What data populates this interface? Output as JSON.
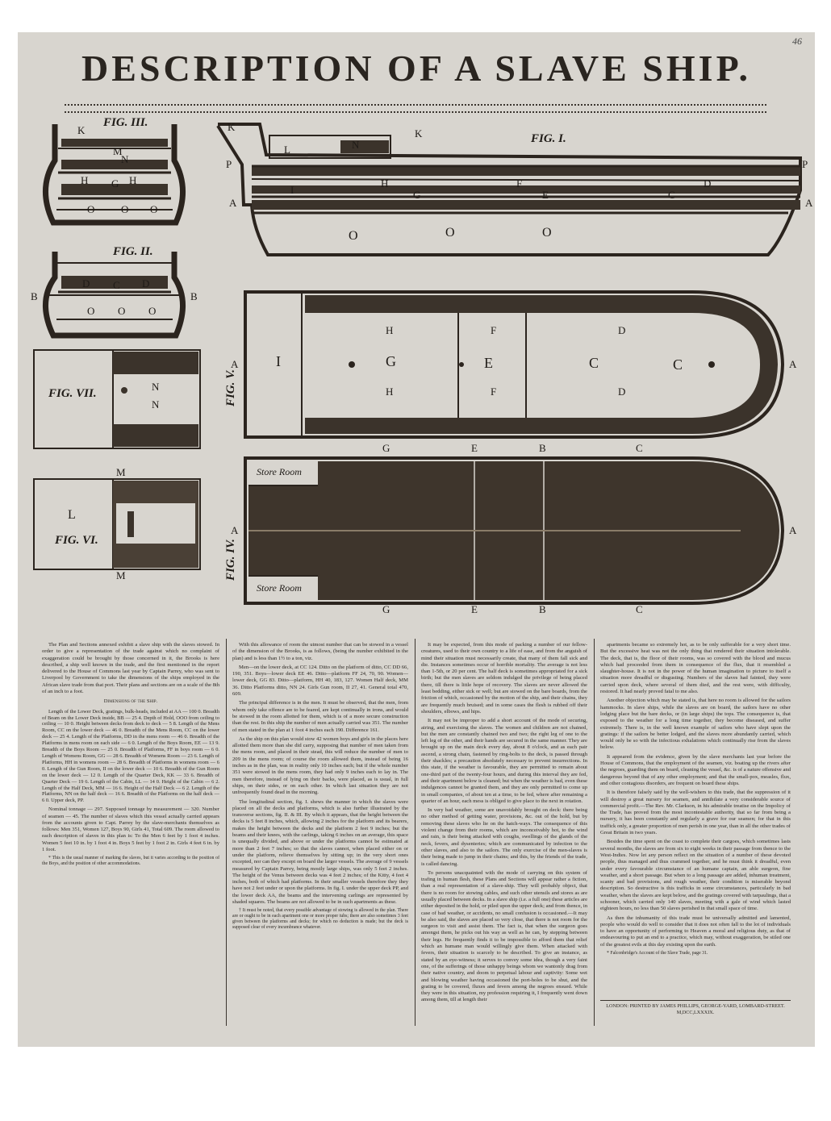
{
  "document": {
    "title": "DESCRIPTION OF A SLAVE SHIP.",
    "page_number": "46"
  },
  "figures": {
    "fig1": {
      "label": "FIG. I.",
      "letters": [
        "K",
        "L",
        "N",
        "K",
        "P",
        "P",
        "I",
        "H",
        "F",
        "D",
        "G",
        "E",
        "C",
        "A",
        "A",
        "O",
        "O",
        "O"
      ]
    },
    "fig2": {
      "label": "FIG. II.",
      "letters": [
        "B",
        "B",
        "D",
        "C",
        "D",
        "O",
        "O",
        "O"
      ]
    },
    "fig3": {
      "label": "FIG. III.",
      "letters": [
        "K",
        "M",
        "N",
        "H",
        "G",
        "H",
        "O",
        "O",
        "O"
      ]
    },
    "fig4": {
      "label": "FIG. IV.",
      "store_top": "Store Room",
      "store_bottom": "Store Room",
      "letters": [
        "G",
        "E",
        "B",
        "C",
        "G",
        "E",
        "B",
        "C",
        "A",
        "A"
      ]
    },
    "fig5": {
      "label": "FIG. V.",
      "letters": [
        "I",
        "H",
        "G",
        "F",
        "E",
        "F",
        "D",
        "C",
        "C",
        "D",
        "A",
        "A",
        "H"
      ]
    },
    "fig6": {
      "label": "FIG. VI.",
      "letters": [
        "L",
        "M",
        "M"
      ]
    },
    "fig7": {
      "label": "FIG. VII.",
      "letters": [
        "N",
        "N"
      ]
    }
  },
  "text": {
    "col1_intro": "The Plan and Sections annexed exhibit a slave ship with the slaves stowed. In order to give a representation of the trade against which no complaint of exaggeration could be brought by those concerned in it, the Brooks is here described, a ship well known in the trade, and the first mentioned in the report delivered to the House of Commons last year by Captain Parrey, who was sent to Liverpool by Government to take the dimensions of the ships employed in the African slave trade from that port. Their plans and sections are on a scale of the 8th of an inch to a foot.",
    "col1_head": "Dimensions of the Ship.",
    "col1_dims": "Length of the Lower Deck, gratings, bulk-heads, included at AA — 100 0. Breadth of Beam on the Lower Deck inside, BB — 25 4. Depth of Hold, OOO from ceiling to ceiling — 10 0. Height between decks from deck to deck — 5 8. Length of the Mens Room, CC on the lower deck — 46 0. Breadth of the Mens Room, CC on the lower deck — 25 4. Length of the Platforms, DD in the mens room — 46 0. Breadth of the Platforms in mens room on each side — 6 0. Length of the Boys Room, EE — 13 9. Breadth of the Boys Room — 25 0. Breadth of Platforms, FF in boys room — 6 0. Length of Womens Room, GG — 28 6. Breadth of Womens Room — 23 6. Length of Platforms, HH in womens room — 28 6. Breadth of Platforms in womens room — 6 0. Length of the Gun Room, II on the lower deck — 10 6. Breadth of the Gun Room on the lower deck — 12 0. Length of the Quarter Deck, KK — 33 6. Breadth of Quarter Deck — 19 6. Length of the Cabin, LL — 14 0. Height of the Cabin — 6 2. Length of the Half Deck, MM — 16 6. Height of the Half Deck — 6 2. Length of the Platforms, NN on the half deck — 16 6. Breadth of the Platforms on the half deck — 6 0. Upper deck, PP.",
    "col1_tonnage": "Nominal tonnage — 297. Supposed tonnage by measurement — 320. Number of seamen — 45. The number of slaves which this vessel actually carried appears from the accounts given to Capt. Parrey by the slave-merchants themselves as follows: Men 351, Women 127, Boys 90, Girls 41, Total 609. The room allowed to each description of slaves in this plan is: To the Men 6 feet by 1 foot 4 inches. Women 5 feet 10 in. by 1 foot 4 in. Boys 5 feet by 1 foot 2 in. Girls 4 feet 6 in. by 1 foot.",
    "col1_note": "* This is the usual manner of marking the slaves, but it varies according to the position of the Boys, and the position of other accommodations.",
    "col2_a": "With this allowance of room the utmost number that can be stowed in a vessel of the dimension of the Brooks, is as follows, (being the number exhibited in the plan) and is less than 1½ to a ton, viz.",
    "col2_table": "Men—on the lower deck, at CC 124. Ditto on the platform of ditto, CC DD 66, 190, 351. Boys—lower deck EE 46. Ditto—platform FF 24, 70, 90. Women—lower deck, GG 83. Ditto—platform, HH 40, 183, 127. Women Half deck, MM 36. Ditto Platforms ditto, NN 24. Girls Gun room, II 27, 41. General total 470, 609.",
    "col2_b": "The principal difference is in the men. It must be observed, that the men, from whom only take offence are to be feared, are kept continually in irons, and would be stowed in the room allotted for them, which is of a more secure construction than the rest. In this ship the number of men actually carried was 351. The number of men stated in the plan at 1 foot 4 inches each 190. Difference 161.",
    "col2_c": "As the ship on this plan would stow 42 women boys and girls in the places here allotted them more than she did carry, supposing that number of men taken from the mens room, and placed in their stead, this will reduce the number of men to 209 in the mens room; of course the room allowed them, instead of being 16 inches as in the plan, was in reality only 10 inches each; but if the whole number 351 were stowed in the mens room, they had only 9 inches each to lay in. The men therefore, instead of lying on their backs, were placed, as is usual, in full ships, on their sides, or on each other. In which last situation they are not unfrequently found dead in the morning.",
    "col2_d": "The longitudinal section, fig. I. shews the manner in which the slaves were placed on all the decks and platforms, which is also further illustrated by the transverse sections, fig. II. & III. By which it appears, that the height between the decks is 5 feet 8 inches, which, allowing 2 inches for the platform and its bearers, makes the height between the decks and the platform 2 feet 9 inches; but the beams and their knees, with the carlings, taking 6 inches on an average, this space is unequally divided, and above or under the platforms cannot be estimated at more than 2 feet 7 inches; so that the slaves cannot, when placed either on or under the platform, relieve themselves by sitting up; in the very short ones excepted, nor can they except on board the larger vessels. The average of 9 vessels measured by Captain Parrey, being mostly large ships, was only 5 feet 2 inches. The height of the Venus between decks was 4 feet 2 inches; of the Kitty, 4 feet 4 inches, both of which had platforms. In their smaller vessels therefore they they have not 2 feet under or upon the platforms. In fig. I. under the upper deck PP, and the lower deck AA, the beams and the intervening carlings are represented by shaded squares. The beams are not allowed to be in such apartments as these.",
    "col2_note": "† It must be noted, that every possible advantage of stowing is allowed in the plan. There are or ought to be in each apartment one or more proper tubs; there are also sometimes 3 feet given between the platforms and decks; for which no deduction is made; but the deck is supposed clear of every incumbrance whatever.",
    "col3_a": "It may be expected, from this mode of packing a number of our fellow-creatures, used to their own country to a life of ease, and from the anguish of mind their situation must necessarily create, that many of them fall sick and die. Instances sometimes occur of horrible mortality. The average is not less than 1-5th, or 20 per cent. The half deck is sometimes appropriated for a sick birth; but the men slaves are seldom indulged the privilege of being placed there, till there is little hope of recovery. The slaves are never allowed the least bedding, either sick or well; but are stowed on the bare boards, from the friction of which, occasioned by the motion of the ship, and their chains, they are frequently much bruised; and in some cases the flesh is rubbed off their shoulders, elbows, and hips.",
    "col3_b": "It may not be improper to add a short account of the mode of securing, airing, and exercising the slaves. The women and children are not chained, but the men are constantly chained two and two; the right leg of one to the left leg of the other, and their hands are secured in the same manner. They are brought up on the main deck every day, about 8 o'clock, and as each pair ascend, a strong chain, fastened by ring-bolts to the deck, is passed through their shackles; a precaution absolutely necessary to prevent insurrections. In this state, if the weather is favourable, they are permitted to remain about one-third part of the twenty-four hours, and during this interval they are fed, and their apartment below is cleaned; but when the weather is bad, even these indulgences cannot be granted them, and they are only permitted to come up in small companies, of about ten at a time, to be fed, where after remaining a quarter of an hour, each mess is obliged to give place to the next in rotation.",
    "col3_c": "In very bad weather, some are unavoidably brought on deck: there being no other method of getting water, provisions, &c. out of the hold, but by removing these slaves who lie on the hatch-ways. The consequence of this violent change from their rooms, which are inconceivably hot, to the wind and rain, is their being attacked with coughs, swellings of the glands of the neck, fevers, and dysenteries; which are communicated by infection to the other slaves, and also to the sailors. The only exercise of the men-slaves is their being made to jump in their chains; and this, by the friends of the trade, is called dancing.",
    "col3_d": "To persons unacquainted with the mode of carrying on this system of trafing in human flesh, these Plans and Sections will appear rather a fiction, than a real representation of a slave-ship. They will probably object, that there is no room for stowing cables, and such other utensils and stores as are usually placed between decks. In a slave ship (i.e. a full one) these articles are either deposited in the hold, or piled upon the upper deck; and from thence, in case of bad weather, or accidents, no small confusion is occasioned.—It may be also said, the slaves are placed so very close, that there is not room for the surgeon to visit and assist them. The fact is, that when the surgeon goes amongst them, he picks out his way as well as he can, by stepping between their legs. He frequently finds it to be impossible to afford them that relief which an humane man would willingly give them. When attacked with fevers, their situation is scarcely to be described. To give an instance, as stated by an eye-witness; it serves to convey some idea, though a very faint one, of the sufferings of those unhappy beings whom we wantonly drag from their native country, and doom to perpetual labour and captivity: Some wet and blowing weather having occasioned the port-holes to be shut, and the grating to be covered, fluxes and fevers among the negroes ensued. While they were in this situation, my profession requiring it, I frequently went down among them, till at length their",
    "col4_a": "apartments became so extremely hot, as to be only sufferable for a very short time. But the excessive heat was not the only thing that rendered their situation intolerable. The deck, that is, the floor of their rooms, was so covered with the blood and mucus which had proceeded from them in consequence of the flux, that it resembled a slaughter-house. It is not in the power of the human imagination to picture to itself a situation more dreadful or disgusting. Numbers of the slaves had fainted, they were carried upon deck, where several of them died, and the rest were, with difficulty, restored. It had nearly proved fatal to me also.",
    "col4_b": "Another objection which may be stated is, that here no room is allowed for the sailors hammocks. In slave ships, while the slaves are on board, the sailors have no other lodging place but the bare decks, or (in large ships) the tops. The consequence is, that exposed to the weather for a long time together, they become diseased, and suffer extremely. There is, in the well known example of sailors who have slept upon the gratings: if the sailors be better lodged, and the slaves more abundantly carried, which would only be so with the infectious exhalations which continually rise from the slaves below.",
    "col4_c": "It appeared from the evidence, given by the slave merchants last year before the House of Commons, that the employment of the seamen, viz. boating up the rivers after the negroes, guarding them on board, cleaning the vessel, &c. is of a nature offensive and dangerous beyond that of any other employment; and that the small-pox, measles, flux, and other contagious disorders, are frequent on board these ships.",
    "col4_d": "It is therefore falsely said by the well-wishers to this trade, that the suppression of it will destroy a great nursery for seamen, and annihilate a very considerable source of commercial profit.—The Rev. Mr. Clarkson, in his admirable treatise on the Impolicy of the Trade, has proved from the most incontestable authority, that so far from being a nursery, it has been constantly and regularly a grave for our seamen; for that in this traffick only, a greater proportion of men perish in one year, than in all the other trades of Great Britain in two years.",
    "col4_e": "Besides the time spent on the coast to complete their cargoes, which sometimes lasts several months, the slaves are from six to eight weeks in their passage from thence to the West-Indies. Now let any person reflect on the situation of a number of these devoted people, thus managed and thus crammed together, and he must think it dreadful, even under every favourable circumstance of an humane captain, an able surgeon, fine weather, and a short passage. But when to a long passage are added, inhuman treatment, scanty and bad provisions, and rough weather, their condition is miserable beyond description. So destructive is this trafficks in some circumstances, particularly in bad weather, when the slaves are kept below, and the gratings covered with tarpaulings, that a schooner, which carried only 140 slaves, meeting with a gale of wind which lasted eighteen hours, no less than 50 slaves perished in that small space of time.",
    "col4_f": "As then the inhumanity of this trade must be universally admitted and lamented, people who would do well to consider that it does not often fall to the lot of individuals to have an opportunity of performing to Heaven a moral and religious duty, as that of endeavouring to put an end to a practice, which may, without exaggeration, be stiled one of the greatest evils at this day existing upon the earth.",
    "col4_note": "* Falconbridge's Account of the Slave Trade, page 31.",
    "imprint": "LONDON: PRINTED BY JAMES PHILLIPS, GEORGE-YARD, LOMBARD-STREET. M,DCC,LXXXIX."
  }
}
